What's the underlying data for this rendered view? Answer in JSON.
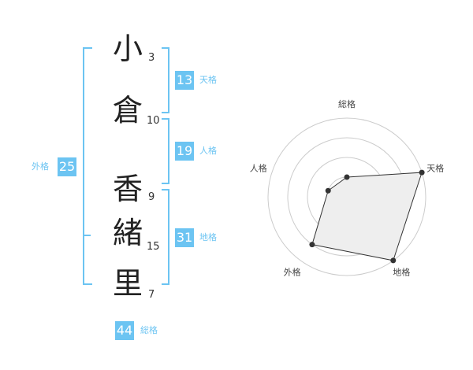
{
  "name_chars": [
    "小",
    "倉",
    "香",
    "緒",
    "里"
  ],
  "strokes": [
    "3",
    "10",
    "9",
    "15",
    "7"
  ],
  "kakusu": {
    "tenkaku": {
      "value": "13",
      "label": "天格"
    },
    "jinkaku": {
      "value": "19",
      "label": "人格"
    },
    "chikaku": {
      "value": "31",
      "label": "地格"
    },
    "gaikaku": {
      "value": "25",
      "label": "外格"
    },
    "soukaku": {
      "value": "44",
      "label": "総格"
    }
  },
  "colors": {
    "accent": "#6cc4f2"
  },
  "chart_data": {
    "type": "radar",
    "axes": [
      "総格",
      "天格",
      "地格",
      "外格",
      "人格"
    ],
    "values": [
      1,
      4,
      4,
      3,
      1
    ],
    "levels": 4,
    "max": 4,
    "grid": true
  }
}
